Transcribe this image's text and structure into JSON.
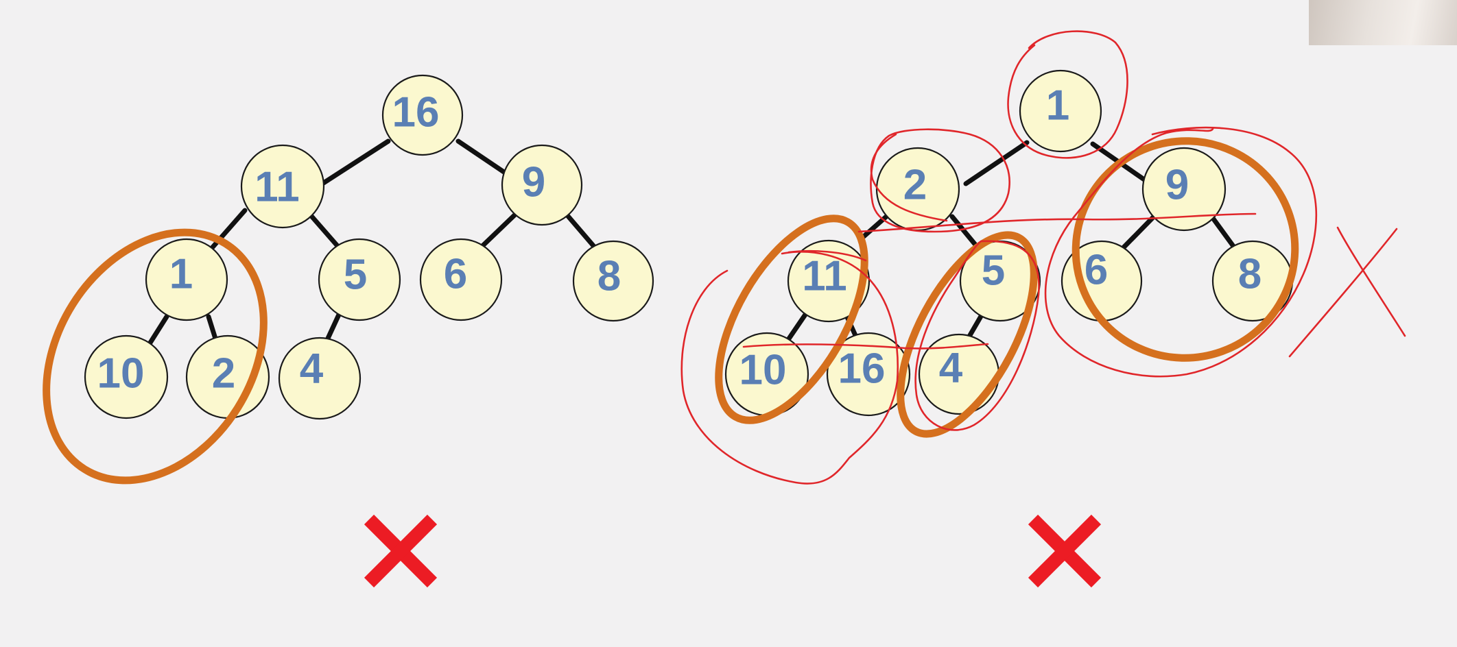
{
  "trees": [
    {
      "name": "left-tree",
      "nodes": [
        {
          "id": "L16",
          "label": "16"
        },
        {
          "id": "L11",
          "label": "11"
        },
        {
          "id": "L9",
          "label": "9"
        },
        {
          "id": "L1",
          "label": "1"
        },
        {
          "id": "L5",
          "label": "5"
        },
        {
          "id": "L6",
          "label": "6"
        },
        {
          "id": "L8",
          "label": "8"
        },
        {
          "id": "L10",
          "label": "10"
        },
        {
          "id": "L2",
          "label": "2"
        },
        {
          "id": "L4",
          "label": "4"
        }
      ],
      "edges": [
        [
          "L16",
          "L11"
        ],
        [
          "L16",
          "L9"
        ],
        [
          "L11",
          "L1"
        ],
        [
          "L11",
          "L5"
        ],
        [
          "L9",
          "L6"
        ],
        [
          "L9",
          "L8"
        ],
        [
          "L1",
          "L10"
        ],
        [
          "L1",
          "L2"
        ],
        [
          "L5",
          "L4"
        ]
      ],
      "verdict": "✕"
    },
    {
      "name": "right-tree",
      "nodes": [
        {
          "id": "R1",
          "label": "1"
        },
        {
          "id": "R2",
          "label": "2"
        },
        {
          "id": "R9",
          "label": "9"
        },
        {
          "id": "R11",
          "label": "11"
        },
        {
          "id": "R5",
          "label": "5"
        },
        {
          "id": "R6",
          "label": "6"
        },
        {
          "id": "R8",
          "label": "8"
        },
        {
          "id": "R10",
          "label": "10"
        },
        {
          "id": "R16",
          "label": "16"
        },
        {
          "id": "R4",
          "label": "4"
        }
      ],
      "edges": [
        [
          "R1",
          "R2"
        ],
        [
          "R1",
          "R9"
        ],
        [
          "R2",
          "R11"
        ],
        [
          "R2",
          "R5"
        ],
        [
          "R9",
          "R6"
        ],
        [
          "R9",
          "R8"
        ],
        [
          "R11",
          "R10"
        ],
        [
          "R11",
          "R16"
        ],
        [
          "R5",
          "R4"
        ]
      ],
      "verdict": "✕"
    }
  ],
  "colors": {
    "background": "#f2f1f2",
    "node_fill": "#fbf8cf",
    "node_text": "#5a7fb4",
    "highlight_ring": "#d5701e",
    "annotation_ink": "#e0262a",
    "verdict_mark": "#ec1c24"
  }
}
